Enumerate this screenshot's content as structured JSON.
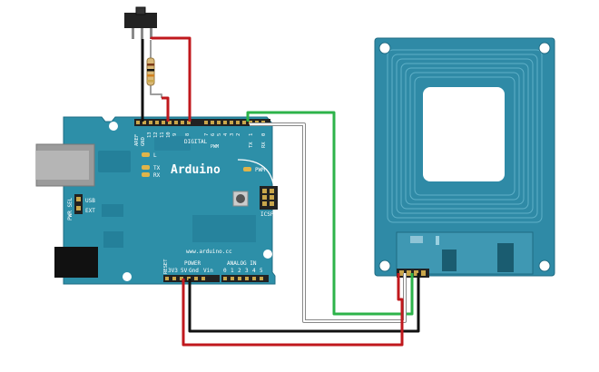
{
  "colors": {
    "board": "#2d8fa8",
    "board_edge": "#1e6e84",
    "header": "#222222",
    "rfid": "#2f8aa6",
    "wire_red": "#c0181d",
    "wire_black": "#111111",
    "wire_green": "#2db34a",
    "wire_white": "#ffffff"
  },
  "arduino": {
    "brand": "Arduino",
    "url": "www.arduino.cc",
    "digital": "DIGITAL",
    "power": "POWER",
    "analog_in": "ANALOG IN",
    "icsp": "ICSP",
    "pwm": "PWM",
    "pwr_sel": "PWR SEL",
    "usb": "USB",
    "ext": "EXT",
    "led_l": "L",
    "led_tx": "TX",
    "led_rx": "RX",
    "reset": "RESET",
    "aref": "AREF",
    "gnd": "GND",
    "pin_13": "13",
    "pin_12": "12",
    "pin_11": "11",
    "pin_10": "10",
    "pin_9": "9",
    "pin_8": "8",
    "pin_7": "7",
    "pin_6": "6",
    "pin_5": "5",
    "pin_4": "4",
    "pin_3": "3",
    "pin_2": "2",
    "pin_1": "1",
    "pin_0": "0",
    "tx": "TX",
    "rx": "RX",
    "v3": "3V3",
    "v5": "5V",
    "gnd_p": "Gnd",
    "vin": "Vin",
    "a0": "0",
    "a1": "1",
    "a2": "2",
    "a3": "3",
    "a4": "4",
    "a5": "5"
  },
  "components": {
    "switch": "slide-switch",
    "resistor": "resistor",
    "reader": "rfid-reader-module"
  }
}
